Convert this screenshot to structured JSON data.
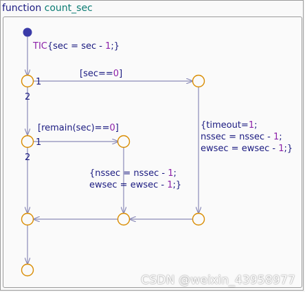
{
  "title": {
    "keyword": "function",
    "name": "count_sec"
  },
  "labels": {
    "entry_action": {
      "prefix": "TIC",
      "body_a": "{sec = sec - ",
      "num": "1",
      "body_b": ";}"
    },
    "cond_sec": {
      "a": "[sec==",
      "num": "0",
      "b": "]"
    },
    "cond_remain": {
      "a": "[remain(sec)==",
      "num": "0",
      "b": "]"
    },
    "timeout_action": {
      "l1a": "{timeout=",
      "l1n": "1",
      "l1b": ";",
      "l2a": "nssec = nssec - ",
      "l2n": "1",
      "l2b": ";",
      "l3a": "ewsec = ewsec - ",
      "l3n": "1",
      "l3b": ";}"
    },
    "inner_action": {
      "l1a": "{nssec = nssec - ",
      "l1n": "1",
      "l1b": ";",
      "l2a": "ewsec = ewsec - ",
      "l2n": "1",
      "l2b": ";}"
    },
    "priority_1a": "1",
    "priority_2a": "2",
    "priority_1b": "1",
    "priority_2b": "2"
  },
  "colors": {
    "junction": "#d98c00",
    "default": "#3b3ba8",
    "line": "#8a8ab8",
    "purple": "#8b1fa8",
    "text": "#1a1a80"
  },
  "watermark": "CSDN @weixin_43958977"
}
